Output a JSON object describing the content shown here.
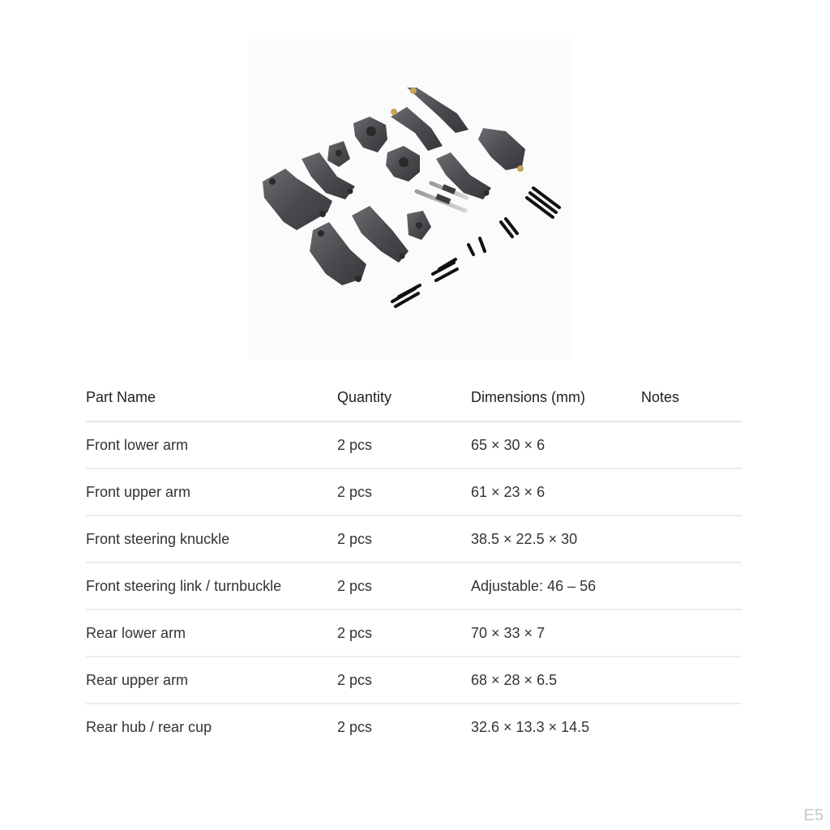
{
  "image": {
    "alt": "suspension parts kit"
  },
  "table": {
    "headers": [
      "Part Name",
      "Quantity",
      "Dimensions (mm)",
      "Notes"
    ],
    "rows": [
      [
        "Front lower arm",
        "2 pcs",
        "65 × 30 × 6",
        ""
      ],
      [
        "Front upper arm",
        "2 pcs",
        "61 × 23 × 6",
        ""
      ],
      [
        "Front steering knuckle",
        "2 pcs",
        "38.5 × 22.5 × 30",
        ""
      ],
      [
        "Front steering link / turnbuckle",
        "2 pcs",
        "Adjustable: 46 – 56",
        ""
      ],
      [
        "Rear lower arm",
        "2 pcs",
        "70 × 33 × 7",
        ""
      ],
      [
        "Rear upper arm",
        "2 pcs",
        "68 × 28 × 6.5",
        ""
      ],
      [
        "Rear hub / rear cup",
        "2 pcs",
        "32.6 × 13.3 × 14.5",
        ""
      ]
    ]
  },
  "corner_tag": "E5",
  "colors": {
    "part_metal": "#4a4c50",
    "screw_black": "#111111",
    "divider": "#ececec"
  }
}
